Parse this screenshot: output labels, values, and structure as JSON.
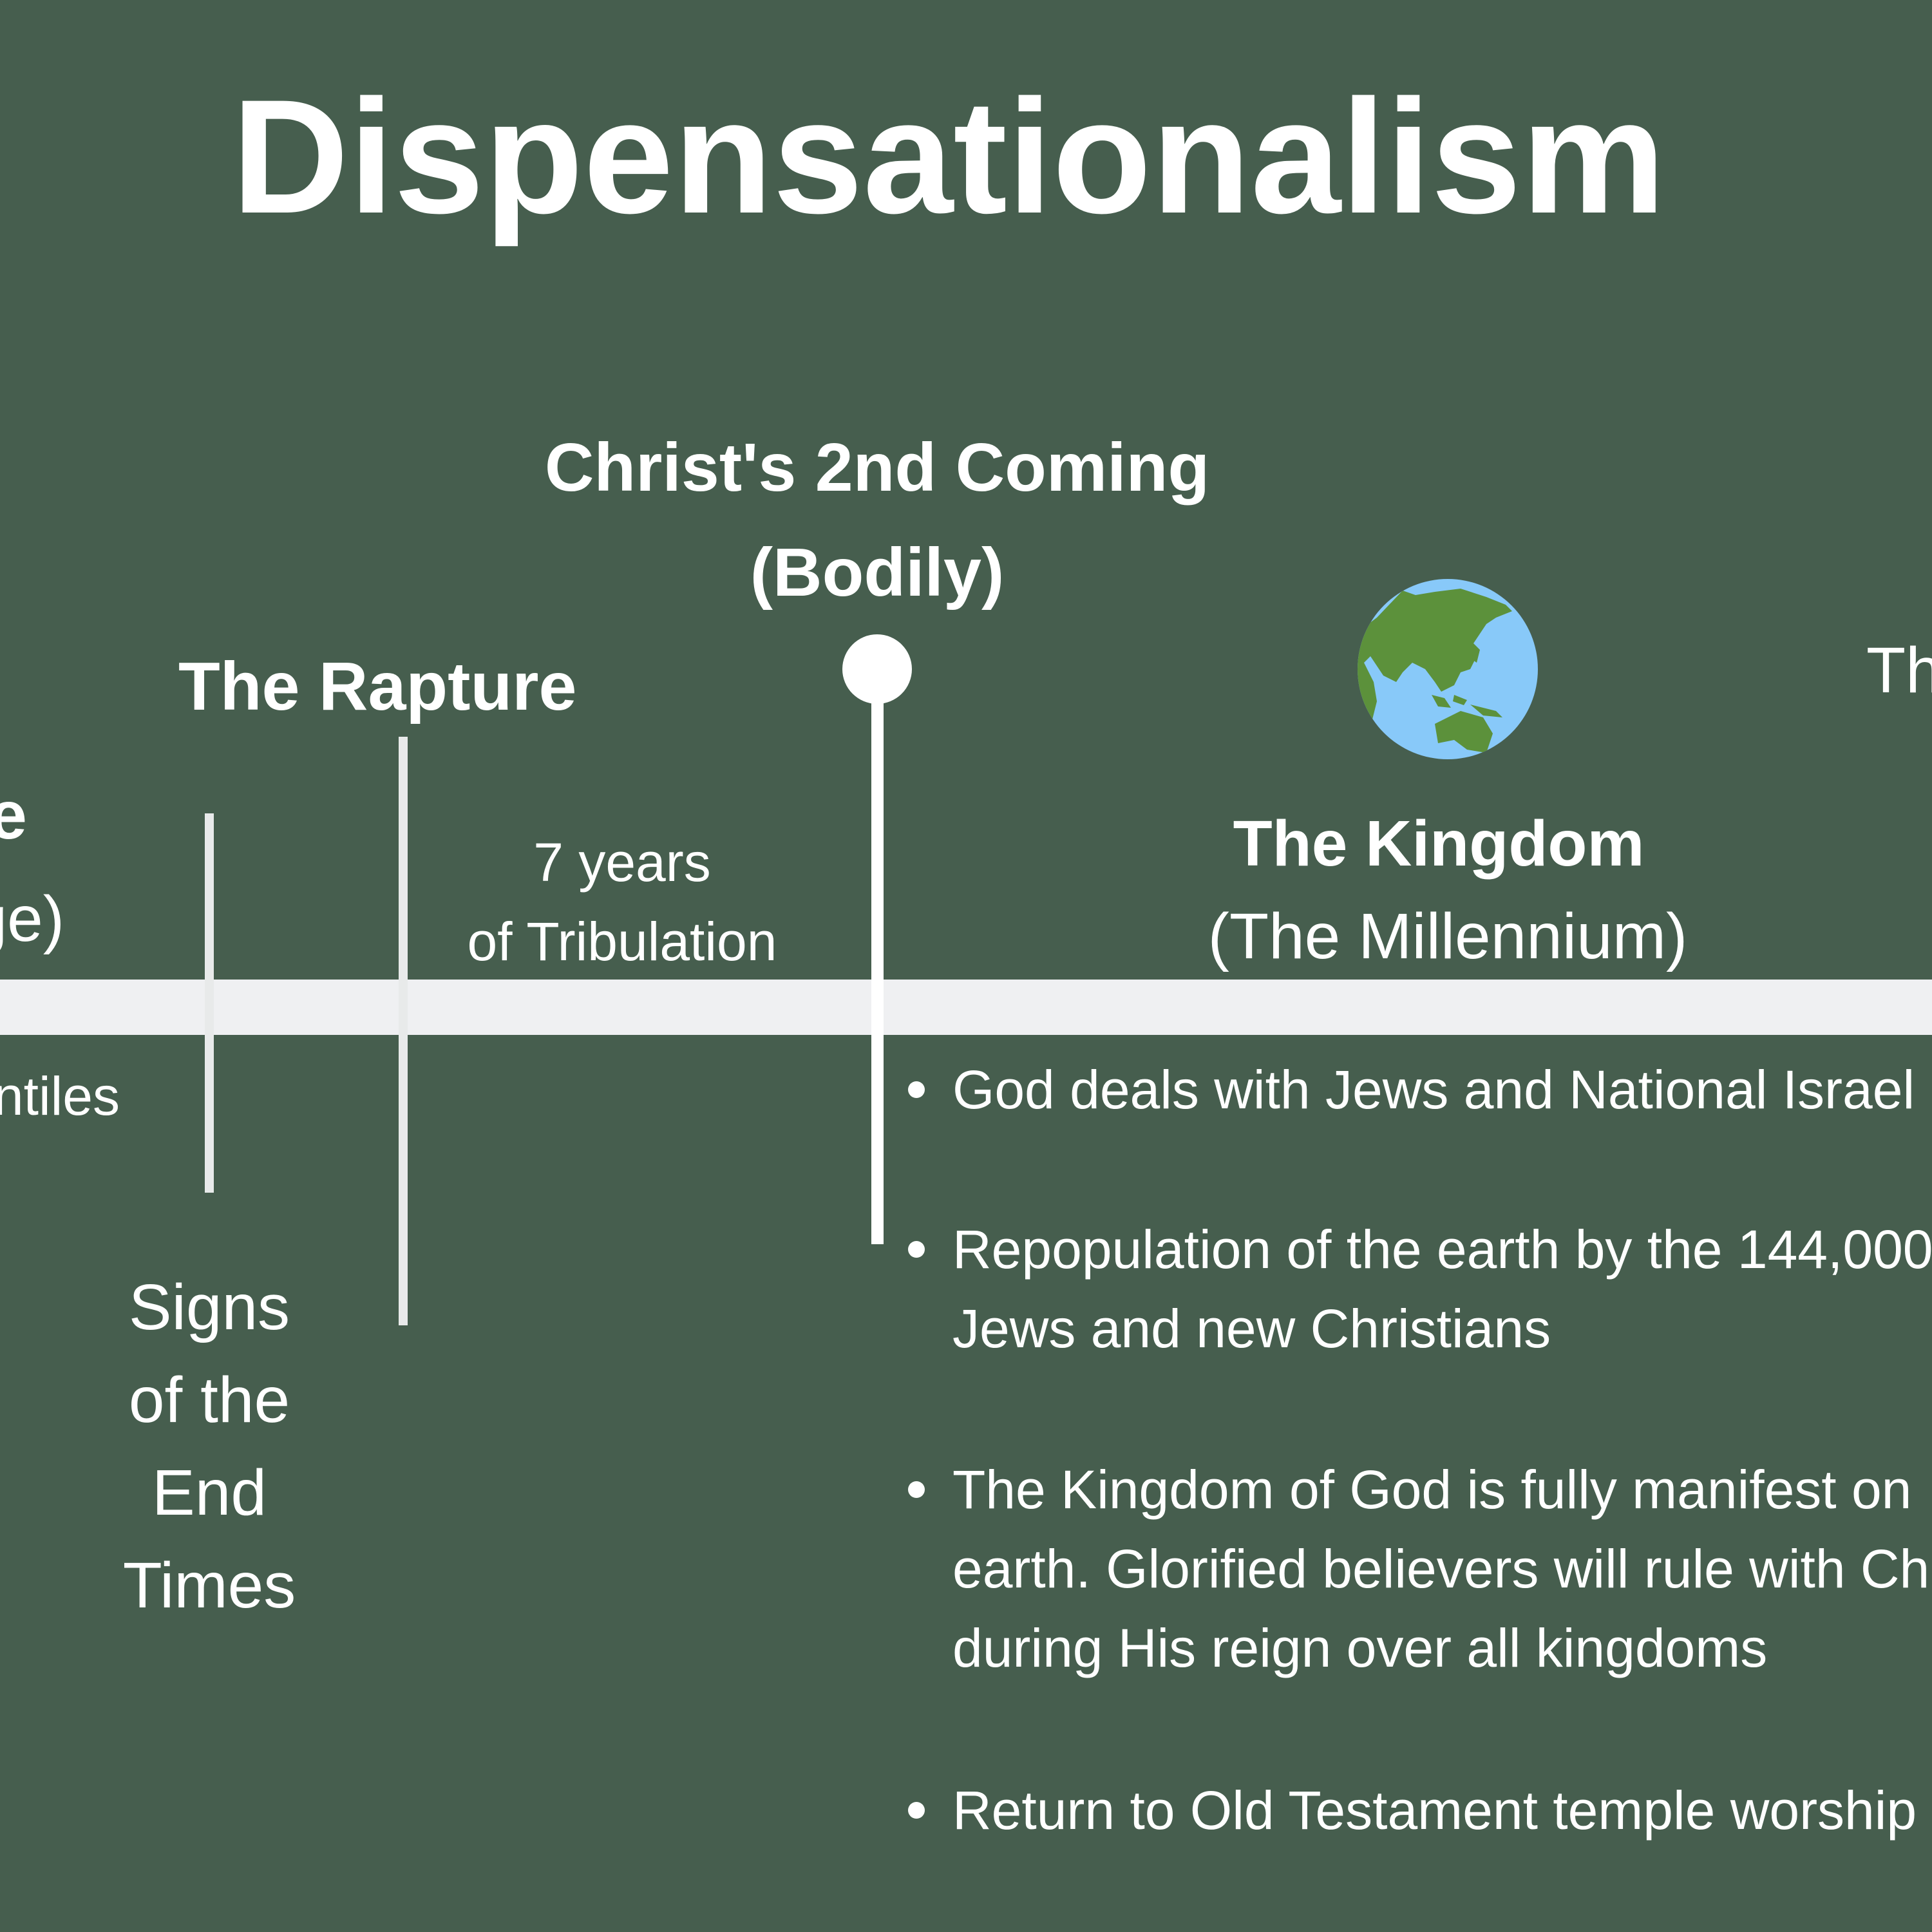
{
  "title": "Dispensationalism",
  "left_partial": {
    "heading": "e",
    "subheading": "ge)",
    "note": "ntiles"
  },
  "signs": {
    "lines": [
      "Signs",
      "of the",
      "End",
      "Times"
    ]
  },
  "rapture": {
    "label": "The Rapture"
  },
  "tribulation": {
    "line1": "7 years",
    "line2": "of Tribulation"
  },
  "second_coming": {
    "line1": "Christ's 2nd Coming",
    "line2": "(Bodily)"
  },
  "kingdom": {
    "title": "The Kingdom",
    "subtitle": "(The Millennium)",
    "icon": "globe-asia-australia-icon"
  },
  "right_partial": {
    "label": "Th"
  },
  "bullets": [
    {
      "lines": [
        "God deals with Jews and National Israel"
      ]
    },
    {
      "lines": [
        "Repopulation of the earth by the 144,000",
        "Jews and new Christians"
      ]
    },
    {
      "lines": [
        "The Kingdom of God is fully manifest on",
        "earth. Glorified believers will rule with Christ",
        "during His reign over all kingdoms"
      ]
    },
    {
      "lines": [
        "Return to Old Testament temple worship"
      ]
    }
  ],
  "colors": {
    "background": "#465E4E",
    "timeline": "#EFF0F2",
    "globe_ocean": "#88C9F9",
    "globe_land": "#5C913B"
  }
}
